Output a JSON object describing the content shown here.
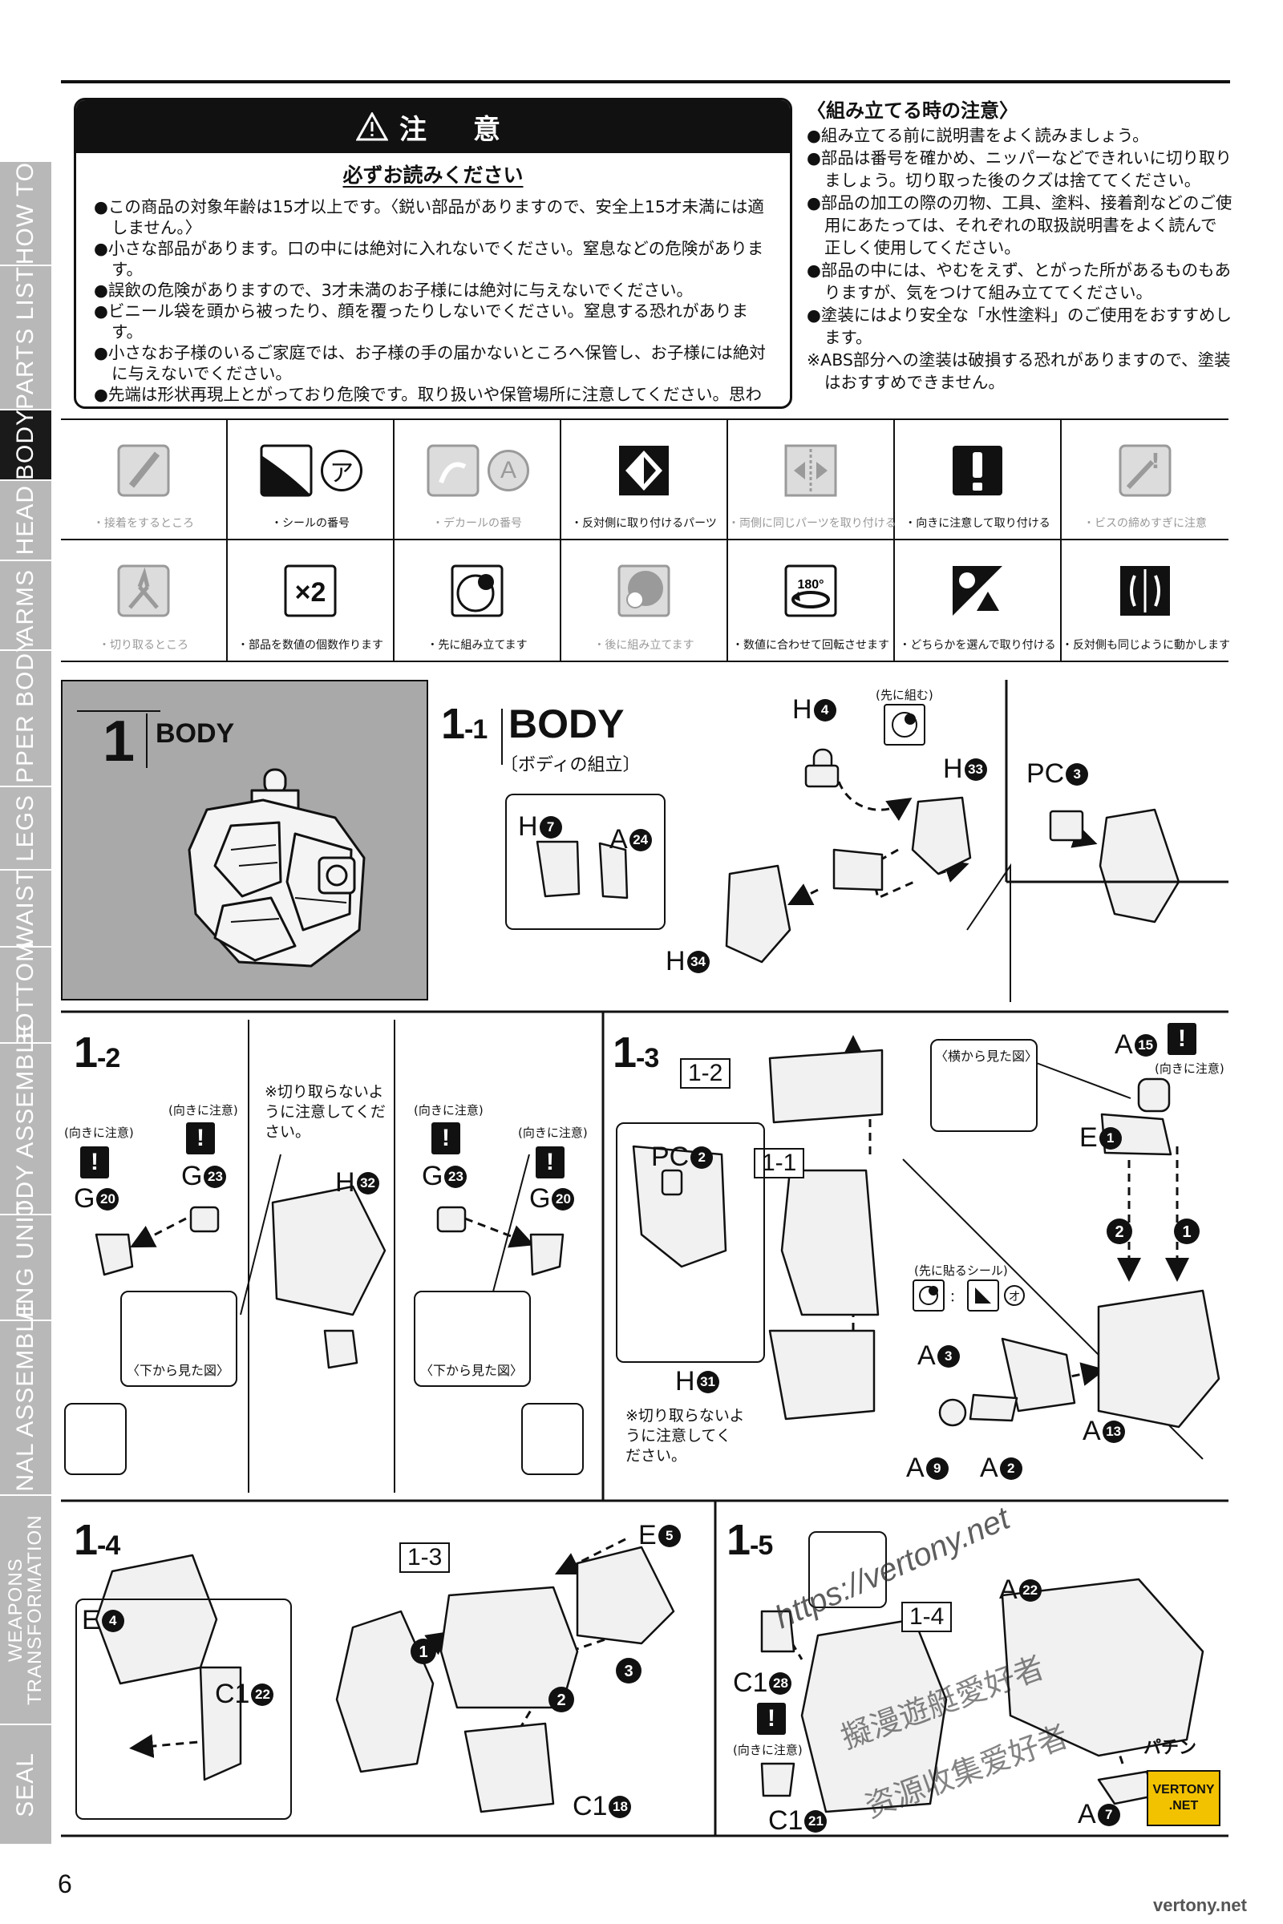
{
  "nav": [
    "HOW TO",
    "PARTS LIST",
    "BODY",
    "HEAD",
    "ARMS",
    "UPPER BODY",
    "LEGS",
    "WAIST",
    "BOTTOM",
    "BODY ASSEMBLE",
    "WING UNIT",
    "FINAL ASSEMBLE",
    "WEAPONS TRANSFORMATION",
    "SEAL"
  ],
  "nav_active": "BODY",
  "caution": {
    "title": "注　意",
    "subtitle": "必ずお読みください",
    "items": [
      "●この商品の対象年齢は15才以上です。〈鋭い部品がありますので、安全上15才未満には適しません。〉",
      "●小さな部品があります。口の中には絶対に入れないでください。窒息などの危険があります。",
      "●誤飲の危険がありますので、3才未満のお子様には絶対に与えないでください。",
      "●ビニール袋を頭から被ったり、顔を覆ったりしないでください。窒息する恐れがあります。",
      "●小さなお子様のいるご家庭では、お子様の手の届かないところへ保管し、お子様には絶対に与えないでください。",
      "●先端は形状再現上とがっており危険です。取り扱いや保管場所に注意してください。思わぬケガをする恐れがあります。"
    ]
  },
  "assembly_notes": {
    "title": "〈組み立てる時の注意〉",
    "items": [
      "●組み立てる前に説明書をよく読みましょう。",
      "●部品は番号を確かめ、ニッパーなどできれいに切り取りましょう。切り取った後のクズは捨ててください。",
      "●部品の加工の際の刃物、工具、塗料、接着剤などのご使用にあたっては、それぞれの取扱説明書をよく読んで正しく使用してください。",
      "●部品の中には、やむをえず、とがった所があるものもありますが、気をつけて組み立ててください。",
      "●塗装にはより安全な「水性塗料」のご使用をおすすめします。",
      "※ABS部分への塗装は破損する恐れがありますので、塗装はおすすめできません。"
    ]
  },
  "symbols": [
    {
      "label": "・接着をするところ",
      "gray": true,
      "icon": "glue-brush-icon"
    },
    {
      "label": "・シールの番号",
      "gray": false,
      "icon": "sticker-icon",
      "glyph": "ア"
    },
    {
      "label": "・デカールの番号",
      "gray": true,
      "icon": "decal-icon",
      "glyph": "A"
    },
    {
      "label": "・反対側に取り付けるパーツ",
      "gray": false,
      "icon": "opposite-side-icon"
    },
    {
      "label": "・両側に同じパーツを取り付ける",
      "gray": true,
      "icon": "both-sides-icon"
    },
    {
      "label": "・向きに注意して取り付ける",
      "gray": false,
      "icon": "exclamation-icon"
    },
    {
      "label": "・ビスの締めすぎに注意",
      "gray": true,
      "icon": "screw-warning-icon"
    },
    {
      "label": "・切り取るところ",
      "gray": true,
      "icon": "nipper-icon"
    },
    {
      "label": "・部品を数値の個数作ります",
      "gray": false,
      "icon": "multiply-icon",
      "glyph": "×2"
    },
    {
      "label": "・先に組み立てます",
      "gray": false,
      "icon": "assemble-first-icon"
    },
    {
      "label": "・後に組み立てます",
      "gray": true,
      "icon": "assemble-later-icon"
    },
    {
      "label": "・数値に合わせて回転させます",
      "gray": false,
      "icon": "rotate-icon",
      "glyph": "180°"
    },
    {
      "label": "・どちらかを選んで取り付ける",
      "gray": false,
      "icon": "choose-icon"
    },
    {
      "label": "・反対側も同じように動かします",
      "gray": false,
      "icon": "move-same-icon"
    }
  ],
  "section": {
    "number": "1",
    "title": "BODY"
  },
  "steps": {
    "s11": {
      "num": "1",
      "sub": "-1",
      "title": "BODY",
      "caption": "〔ボディの組立〕",
      "assemble_first": "(先に組む)",
      "parts": [
        {
          "p": "H",
          "n": "4"
        },
        {
          "p": "H",
          "n": "33"
        },
        {
          "p": "PC",
          "n": "3"
        },
        {
          "p": "H",
          "n": "7"
        },
        {
          "p": "A",
          "n": "24"
        },
        {
          "p": "H",
          "n": "34"
        }
      ]
    },
    "s12": {
      "num": "1",
      "sub": "-2",
      "orient": "(向きに注意)",
      "cut_note": "※切り取らないように注意してください。",
      "bottom_view": "〈下から見た図〉",
      "parts": [
        {
          "p": "G",
          "n": "20"
        },
        {
          "p": "G",
          "n": "23"
        },
        {
          "p": "H",
          "n": "32"
        },
        {
          "p": "G",
          "n": "23"
        },
        {
          "p": "G",
          "n": "20"
        }
      ]
    },
    "s13": {
      "num": "1",
      "sub": "-3",
      "ref1": "1-2",
      "ref2": "1-1",
      "side_view": "〈横から見た図〉",
      "orient": "(向きに注意)",
      "sticker_first": "(先に貼るシール)",
      "sticker_glyph": "オ",
      "cut_note": "※切り取らないように注意してください。",
      "parts": [
        {
          "p": "PC",
          "n": "2"
        },
        {
          "p": "H",
          "n": "31"
        },
        {
          "p": "A",
          "n": "15"
        },
        {
          "p": "E",
          "n": "1"
        },
        {
          "p": "A",
          "n": "3"
        },
        {
          "p": "A",
          "n": "13"
        },
        {
          "p": "A",
          "n": "9"
        },
        {
          "p": "A",
          "n": "2"
        }
      ]
    },
    "s14": {
      "num": "1",
      "sub": "-4",
      "ref": "1-3",
      "parts": [
        {
          "p": "E",
          "n": "5"
        },
        {
          "p": "E",
          "n": "4"
        },
        {
          "p": "C1",
          "n": "22"
        },
        {
          "p": "C1",
          "n": "18"
        }
      ]
    },
    "s15": {
      "num": "1",
      "sub": "-5",
      "ref": "1-4",
      "orient": "(向きに注意)",
      "snap": "パチン",
      "parts": [
        {
          "p": "A",
          "n": "22"
        },
        {
          "p": "C1",
          "n": "28"
        },
        {
          "p": "C1",
          "n": "21"
        },
        {
          "p": "A",
          "n": "7"
        }
      ]
    }
  },
  "watermark": {
    "url": "https://vertony.net",
    "cjk": "擬漫遊艇愛好者",
    "cjk2": "资源收集爱好者",
    "badge_top": "VERTONY",
    "badge_bottom": ".NET",
    "footer": "vertony.net"
  },
  "page_number": "6"
}
